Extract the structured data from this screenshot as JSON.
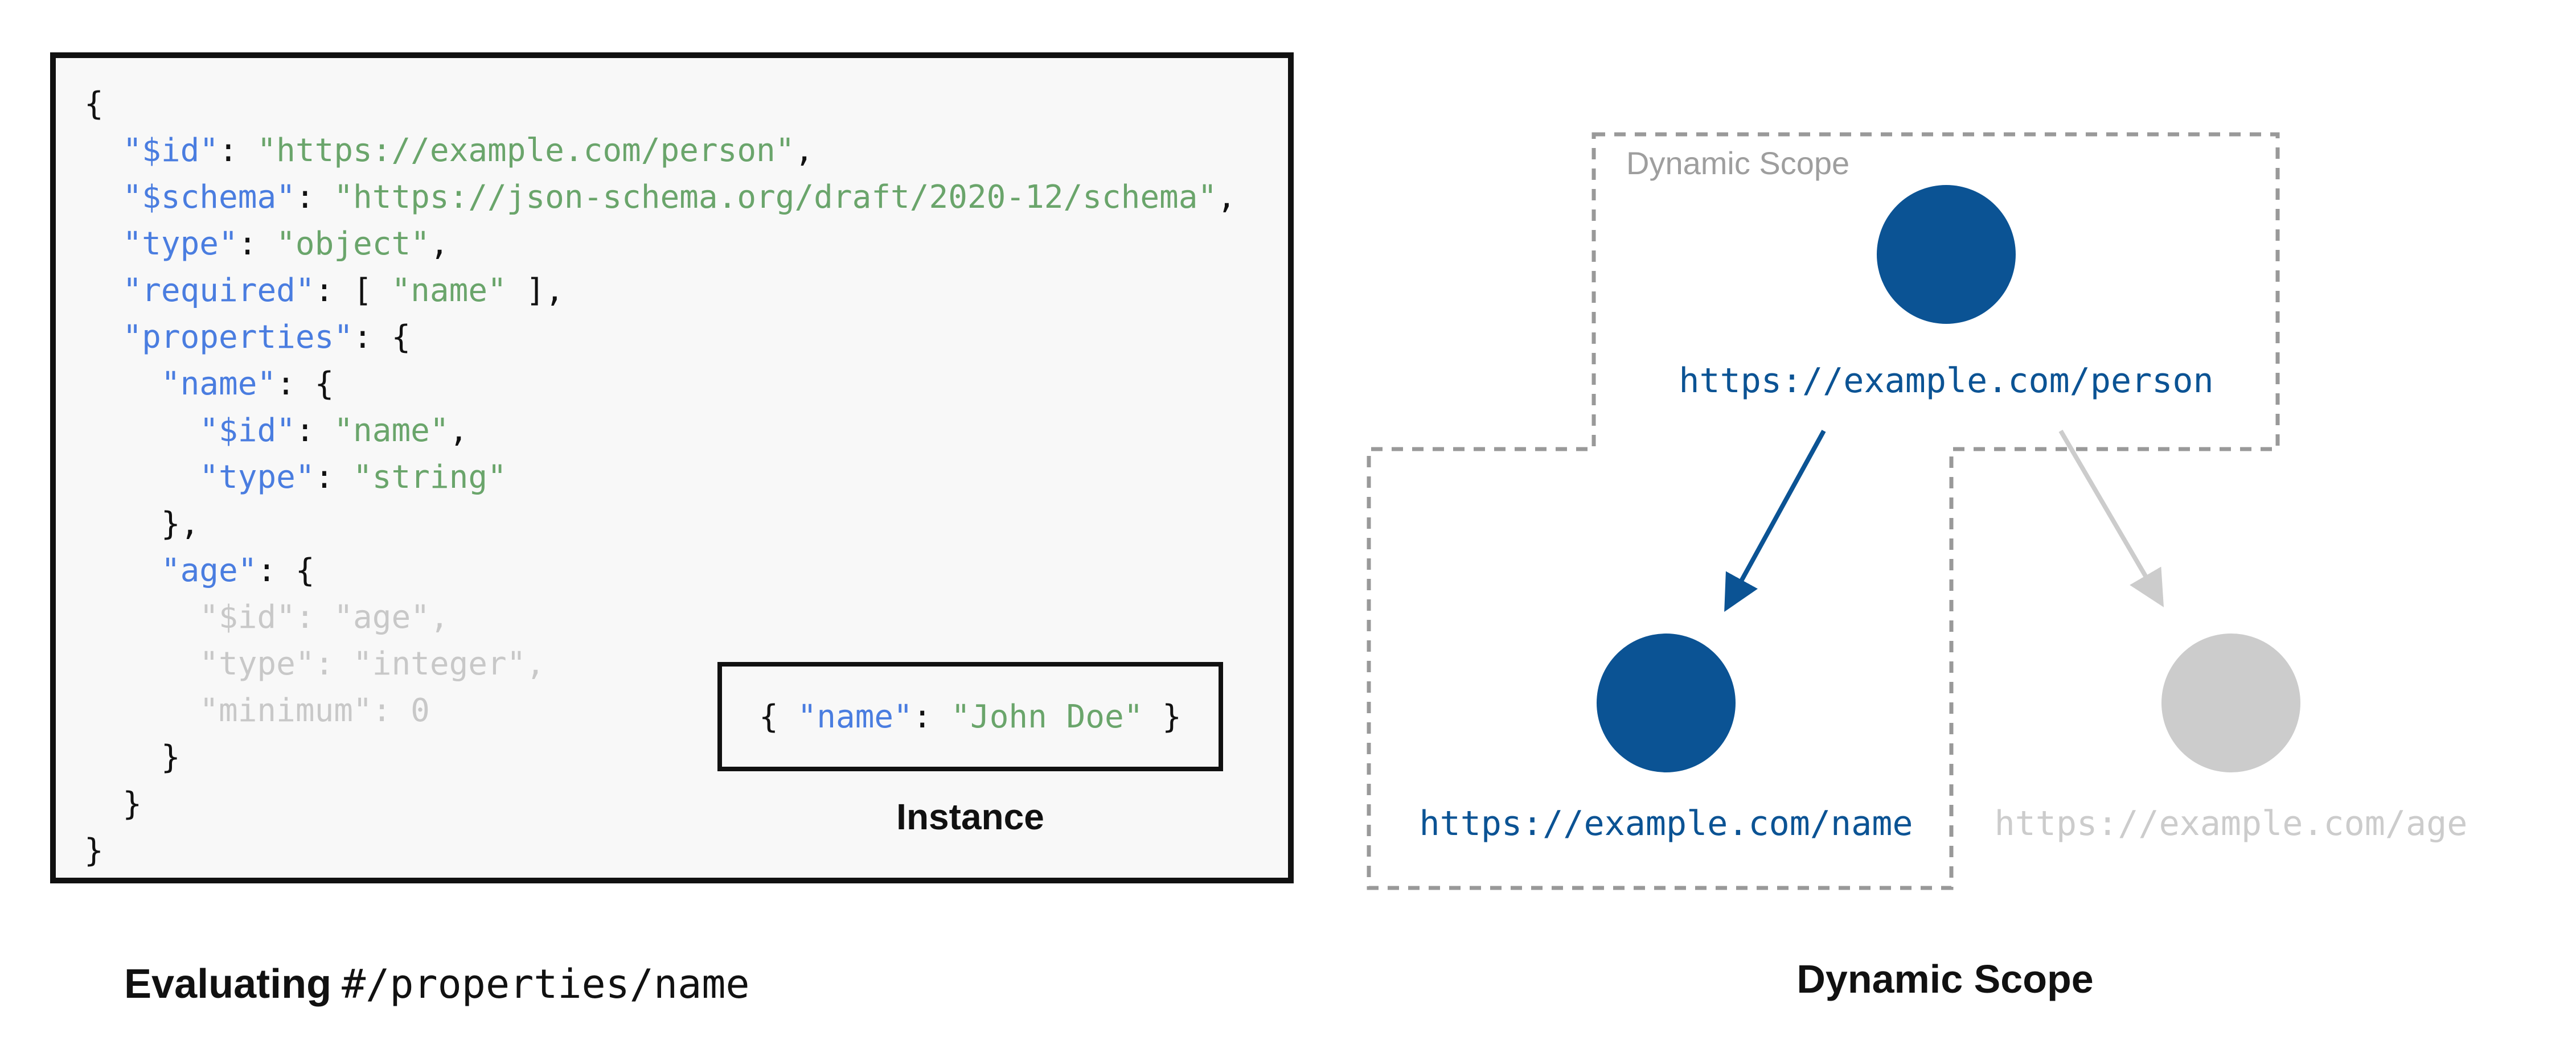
{
  "schema_panel": {
    "code_lines": [
      [
        {
          "c": "punct",
          "t": "{"
        }
      ],
      [
        {
          "c": "punct",
          "t": "  "
        },
        {
          "c": "key",
          "t": "\"$id\""
        },
        {
          "c": "punct",
          "t": ": "
        },
        {
          "c": "str",
          "t": "\"https://example.com/person\""
        },
        {
          "c": "punct",
          "t": ","
        }
      ],
      [
        {
          "c": "punct",
          "t": "  "
        },
        {
          "c": "key",
          "t": "\"$schema\""
        },
        {
          "c": "punct",
          "t": ": "
        },
        {
          "c": "str",
          "t": "\"https://json-schema.org/draft/2020-12/schema\""
        },
        {
          "c": "punct",
          "t": ","
        }
      ],
      [
        {
          "c": "punct",
          "t": "  "
        },
        {
          "c": "key",
          "t": "\"type\""
        },
        {
          "c": "punct",
          "t": ": "
        },
        {
          "c": "str",
          "t": "\"object\""
        },
        {
          "c": "punct",
          "t": ","
        }
      ],
      [
        {
          "c": "punct",
          "t": "  "
        },
        {
          "c": "key",
          "t": "\"required\""
        },
        {
          "c": "punct",
          "t": ": [ "
        },
        {
          "c": "str",
          "t": "\"name\""
        },
        {
          "c": "punct",
          "t": " ],"
        }
      ],
      [
        {
          "c": "punct",
          "t": "  "
        },
        {
          "c": "key",
          "t": "\"properties\""
        },
        {
          "c": "punct",
          "t": ": {"
        }
      ],
      [
        {
          "c": "punct",
          "t": "    "
        },
        {
          "c": "key",
          "t": "\"name\""
        },
        {
          "c": "punct",
          "t": ": {"
        }
      ],
      [
        {
          "c": "punct",
          "t": "      "
        },
        {
          "c": "key",
          "t": "\"$id\""
        },
        {
          "c": "punct",
          "t": ": "
        },
        {
          "c": "str",
          "t": "\"name\""
        },
        {
          "c": "punct",
          "t": ","
        }
      ],
      [
        {
          "c": "punct",
          "t": "      "
        },
        {
          "c": "key",
          "t": "\"type\""
        },
        {
          "c": "punct",
          "t": ": "
        },
        {
          "c": "str",
          "t": "\"string\""
        }
      ],
      [
        {
          "c": "punct",
          "t": "    },"
        }
      ],
      [
        {
          "c": "punct",
          "t": "    "
        },
        {
          "c": "key",
          "t": "\"age\""
        },
        {
          "c": "punct",
          "t": ": {"
        }
      ],
      [
        {
          "c": "dim",
          "t": "      \"$id\": \"age\","
        }
      ],
      [
        {
          "c": "dim",
          "t": "      \"type\": \"integer\","
        }
      ],
      [
        {
          "c": "dim",
          "t": "      \"minimum\": 0"
        }
      ],
      [
        {
          "c": "punct",
          "t": "    }"
        }
      ],
      [
        {
          "c": "punct",
          "t": "  }"
        }
      ],
      [
        {
          "c": "punct",
          "t": "}"
        }
      ]
    ],
    "instance_tokens": [
      {
        "c": "punct",
        "t": "{ "
      },
      {
        "c": "key",
        "t": "\"name\""
      },
      {
        "c": "punct",
        "t": ": "
      },
      {
        "c": "str",
        "t": "\"John Doe\""
      },
      {
        "c": "punct",
        "t": " }"
      }
    ],
    "instance_label": "Instance",
    "caption_bold": "Evaluating",
    "caption_mono": "#/properties/name"
  },
  "scope_panel": {
    "scope_label": "Dynamic Scope",
    "caption": "Dynamic Scope",
    "nodes": [
      {
        "id": "person",
        "url": "https://example.com/person",
        "state": "active"
      },
      {
        "id": "name",
        "url": "https://example.com/name",
        "state": "active"
      },
      {
        "id": "age",
        "url": "https://example.com/age",
        "state": "inactive"
      }
    ]
  },
  "colors": {
    "key_blue": "#4a7de0",
    "string_green": "#6aa56b",
    "punctuation_black": "#111111",
    "dimmed_gray": "#c8c8c8",
    "node_active_blue": "#0b5394",
    "node_inactive_gray": "#cccccc",
    "scope_border_gray": "#999999",
    "scope_label_gray": "#9e9e9e",
    "code_background": "#f8f8f8"
  }
}
